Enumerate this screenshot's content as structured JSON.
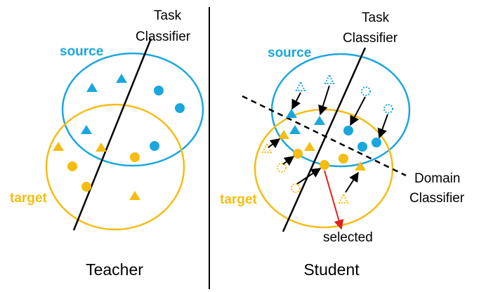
{
  "colors": {
    "source": "#1AA7DD",
    "target": "#F5BD12",
    "line": "#000000",
    "selected_arrow": "#E0201B"
  },
  "teacher": {
    "title": "Teacher",
    "task_classifier_line1": "Task",
    "task_classifier_line2": "Classifier",
    "source_label": "source",
    "target_label": "target"
  },
  "student": {
    "title": "Student",
    "task_classifier_line1": "Task",
    "task_classifier_line2": "Classifier",
    "domain_classifier_line1": "Domain",
    "domain_classifier_line2": "Classifier",
    "source_label": "source",
    "target_label": "target",
    "selected_label": "selected"
  }
}
